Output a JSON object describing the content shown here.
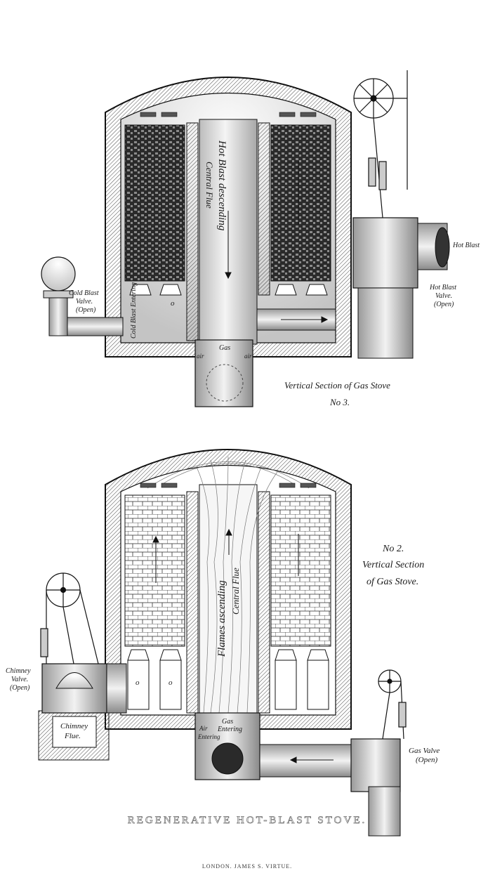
{
  "figure3": {
    "caption_line1": "Vertical Section of Gas Stove",
    "caption_line2": "No 3.",
    "labels": {
      "hot_blast_descending": "Hot Blast descending",
      "central_flue": "Central Flue",
      "cold_blast_valve_1": "Cold Blast",
      "cold_blast_valve_2": "Valve.",
      "cold_blast_valve_3": "(Open)",
      "cold_blast_entering": "Cold Blast Entering",
      "hot_blast": "Hot Blast",
      "hot_blast_valve_1": "Hot Blast",
      "hot_blast_valve_2": "Valve.",
      "hot_blast_valve_3": "(Open)",
      "gas": "Gas",
      "air_left": "air",
      "air_right": "air",
      "o": "o"
    }
  },
  "figure2": {
    "caption_line1": "No 2.",
    "caption_line2": "Vertical Section",
    "caption_line3": "of Gas Stove.",
    "labels": {
      "flames_ascending": "Flames ascending",
      "central_flue": "Central Flue",
      "chimney_valve_1": "Chimney",
      "chimney_valve_2": "Valve.",
      "chimney_valve_3": "(Open)",
      "chimney_flue_1": "Chimney",
      "chimney_flue_2": "Flue.",
      "gas_entering_1": "Gas",
      "gas_entering_2": "Entering",
      "air_entering_1": "Air",
      "air_entering_2": "Entering",
      "gas_valve_1": "Gas Valve",
      "gas_valve_2": "(Open)",
      "o1": "o",
      "o2": "o"
    }
  },
  "title": "REGENERATIVE HOT-BLAST STOVE.",
  "imprint": "LONDON. JAMES S. VIRTUE."
}
